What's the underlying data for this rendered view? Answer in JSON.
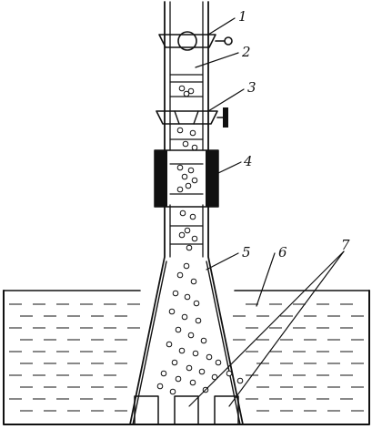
{
  "diagram": {
    "labels": [
      {
        "id": "label-1",
        "text": "1"
      },
      {
        "id": "label-2",
        "text": "2"
      },
      {
        "id": "label-3",
        "text": "3"
      },
      {
        "id": "label-4",
        "text": "4"
      },
      {
        "id": "label-5",
        "text": "5"
      },
      {
        "id": "label-6",
        "text": "6"
      },
      {
        "id": "label-7",
        "text": "7"
      }
    ]
  },
  "colors": {
    "ink": "#111111",
    "background": "#ffffff"
  }
}
